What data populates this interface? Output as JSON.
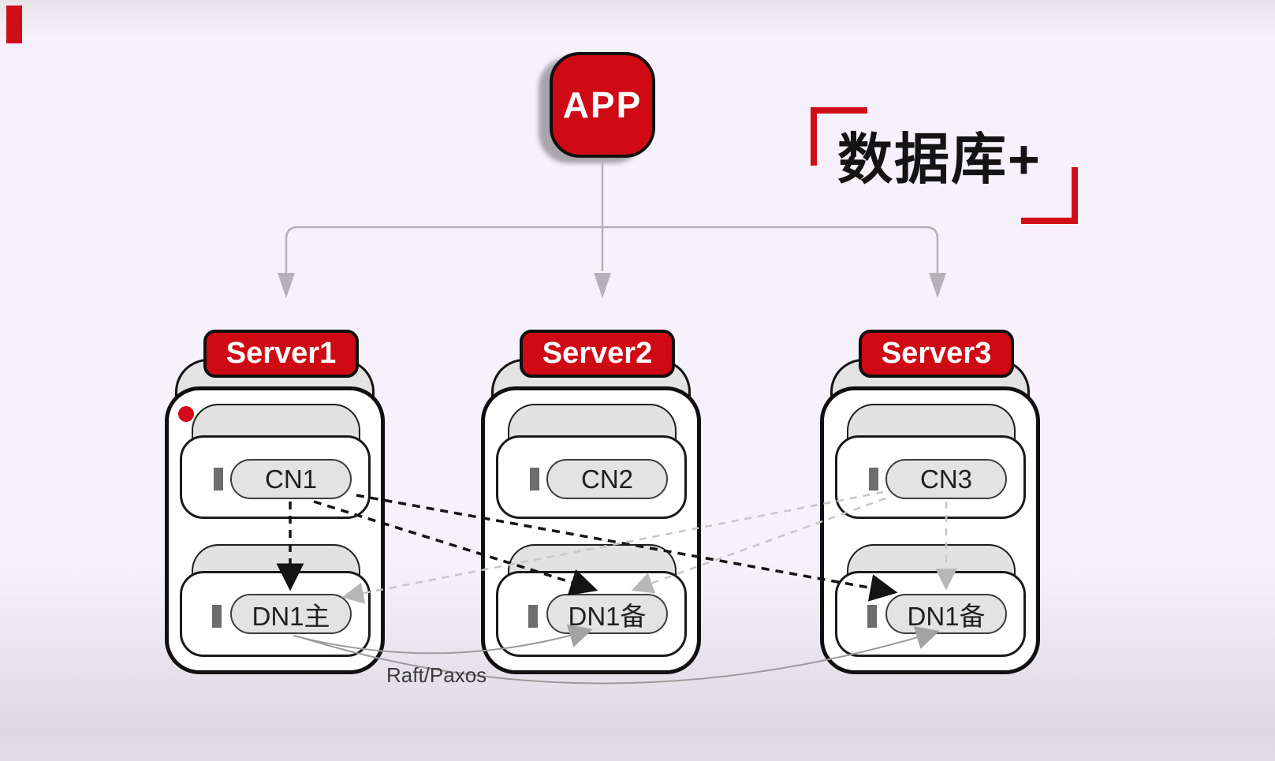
{
  "colors": {
    "accent_red": "#cf0e18",
    "node_red": "#cf0a15",
    "box_gray": "#e3e3e3",
    "line_gray": "#b4b1b7",
    "dashed_black": "#141414",
    "dashed_gray": "#c6c6c6",
    "replication_gray": "#9b9b9b",
    "background": "#f6f1fa"
  },
  "app_node": {
    "label": "APP"
  },
  "brand": {
    "text": "数据库+"
  },
  "servers": [
    {
      "name": "Server1",
      "cn_label": "CN1",
      "dn_label": "DN1主",
      "has_status_dot": true
    },
    {
      "name": "Server2",
      "cn_label": "CN2",
      "dn_label": "DN1备",
      "has_status_dot": false
    },
    {
      "name": "Server3",
      "cn_label": "CN3",
      "dn_label": "DN1备",
      "has_status_dot": false
    }
  ],
  "edges": {
    "app_to_servers": [
      "Server1",
      "Server2",
      "Server3"
    ],
    "cn1_dashed_black_to": [
      "DN1主@Server1",
      "DN1备@Server2",
      "DN1备@Server3"
    ],
    "cn3_dashed_gray_to": [
      "DN1主@Server1",
      "DN1备@Server2",
      "DN1备@Server3"
    ],
    "replication_from": "DN1主@Server1",
    "replication_to": [
      "DN1备@Server2",
      "DN1备@Server3"
    ]
  },
  "annotations": {
    "replication_label": "Raft/Paxos"
  }
}
